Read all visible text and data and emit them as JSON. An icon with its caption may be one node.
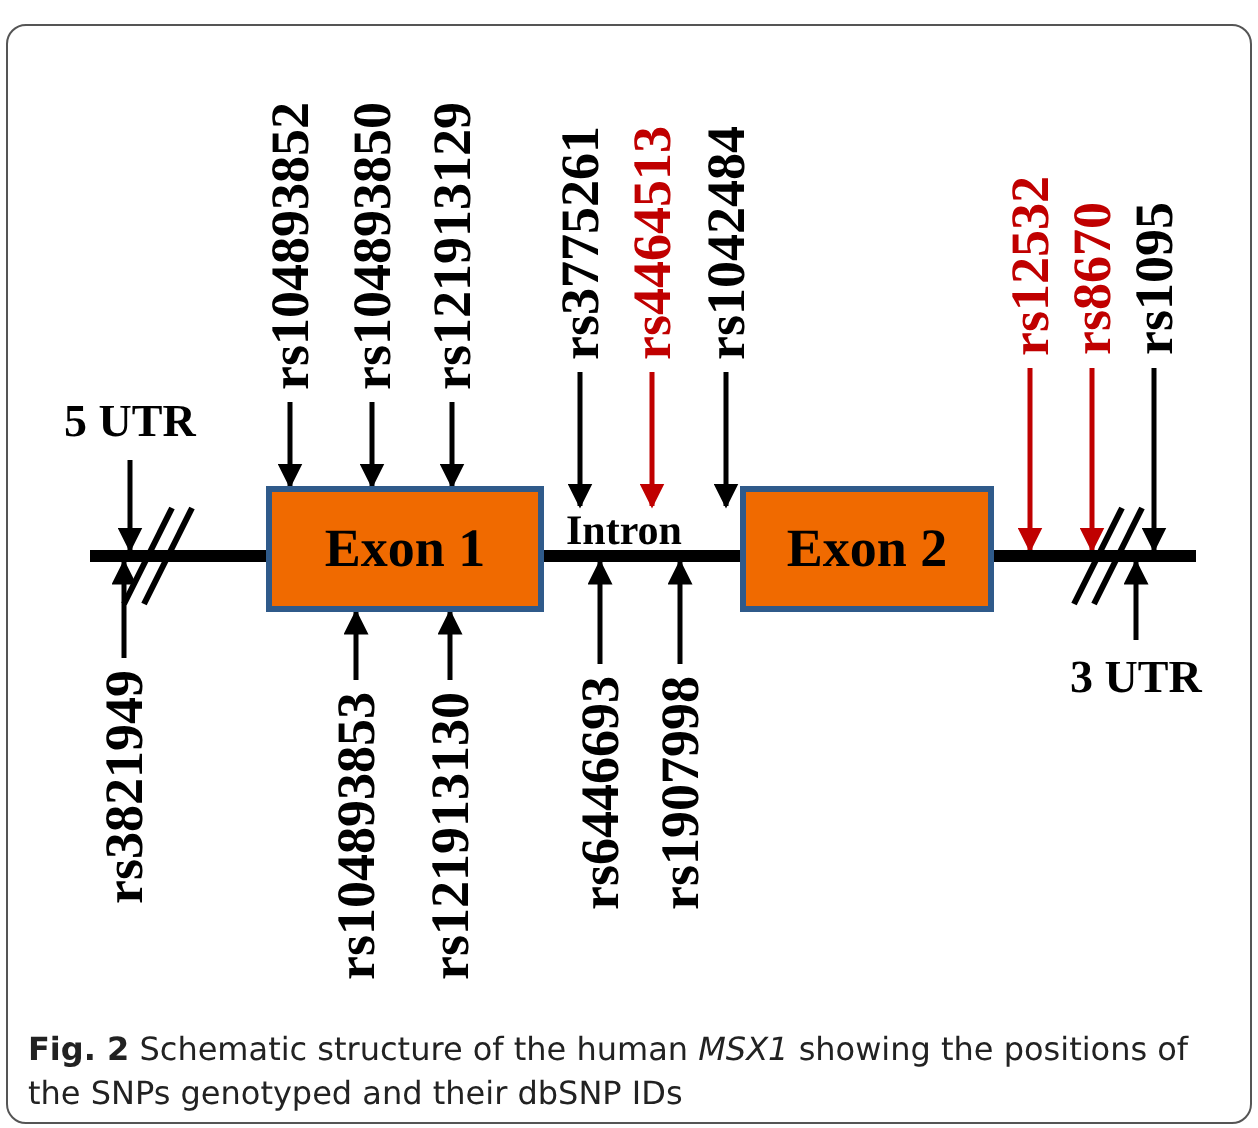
{
  "diagram": {
    "caption": "**Fig. 2** Schematic structure of the human *MSX1* showing the positions of the SNPs genotyped and their dbSNP IDs",
    "nodes": [
      {
        "text": [
          "rs104893852"
        ]
      },
      {
        "text": [
          "rs104893850"
        ]
      },
      {
        "text": [
          "rs121913129"
        ]
      },
      {
        "text": [
          "rs3775261"
        ]
      },
      {
        "text": [
          "rs4464513"
        ]
      },
      {
        "text": [
          "rs1042484"
        ]
      },
      {
        "text": [
          "rs12532"
        ]
      },
      {
        "text": [
          "rs8670"
        ]
      },
      {
        "text": [
          "rs1095"
        ]
      },
      {
        "text": [
          "5 UTR"
        ]
      },
      {
        "text": [],
        "shape": "bar"
      },
      {
        "text": [
          "Exon 1"
        ]
      },
      {
        "text": [
          "Intron"
        ]
      },
      {
        "text": [
          "Exon 2"
        ]
      },
      {
        "text": [
          "3 UTR"
        ]
      },
      {
        "text": [
          "rs3821949"
        ]
      },
      {
        "text": [
          "rs104893853"
        ]
      },
      {
        "text": [
          "rs121913130"
        ]
      },
      {
        "text": [
          "rs6446693"
        ]
      },
      {
        "text": [
          "rs1907998"
        ]
      }
    ],
    "edges": [
      {
        "from": 0,
        "to": 11,
        "arrow": "to"
      },
      {
        "from": 1,
        "to": 11,
        "arrow": "to"
      },
      {
        "from": 2,
        "to": 11,
        "arrow": "to"
      },
      {
        "from": 3,
        "to": 12,
        "arrow": "to"
      },
      {
        "from": 4,
        "to": 12,
        "arrow": "to",
        "color": "#c00000"
      },
      {
        "from": 5,
        "to": 12,
        "arrow": "to"
      },
      {
        "from": 6,
        "to": 10,
        "arrow": "to",
        "color": "#c00000"
      },
      {
        "from": 7,
        "to": 10,
        "arrow": "to",
        "color": "#c00000"
      },
      {
        "from": 8,
        "to": 10,
        "arrow": "to"
      },
      {
        "from": 9,
        "to": 10,
        "arrow": "to"
      },
      {
        "from": 14,
        "to": 10,
        "arrow": "to"
      },
      {
        "from": 15,
        "to": 10,
        "arrow": "to"
      },
      {
        "from": 16,
        "to": 11,
        "arrow": "to"
      },
      {
        "from": 17,
        "to": 11,
        "arrow": "to"
      },
      {
        "from": 18,
        "to": 10,
        "arrow": "to"
      },
      {
        "from": 19,
        "to": 10,
        "arrow": "to"
      }
    ]
  }
}
